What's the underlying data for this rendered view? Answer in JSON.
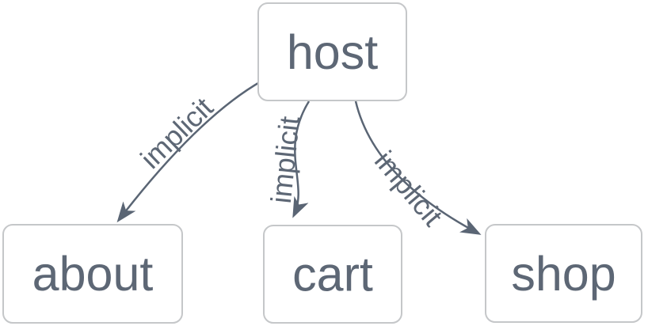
{
  "diagram": {
    "type": "flowchart",
    "nodes": [
      {
        "id": "host",
        "label": "host"
      },
      {
        "id": "about",
        "label": "about"
      },
      {
        "id": "cart",
        "label": "cart"
      },
      {
        "id": "shop",
        "label": "shop"
      }
    ],
    "edges": [
      {
        "from": "host",
        "to": "about",
        "label": "implicit"
      },
      {
        "from": "host",
        "to": "cart",
        "label": "implicit"
      },
      {
        "from": "host",
        "to": "shop",
        "label": "implicit"
      }
    ],
    "colors": {
      "background": "#ffffff",
      "node_fill": "#ffffff",
      "node_border": "#c5c7c9",
      "node_text": "#5d6775",
      "edge_stroke": "#5a6574",
      "edge_label_text": "#5d6775"
    }
  }
}
